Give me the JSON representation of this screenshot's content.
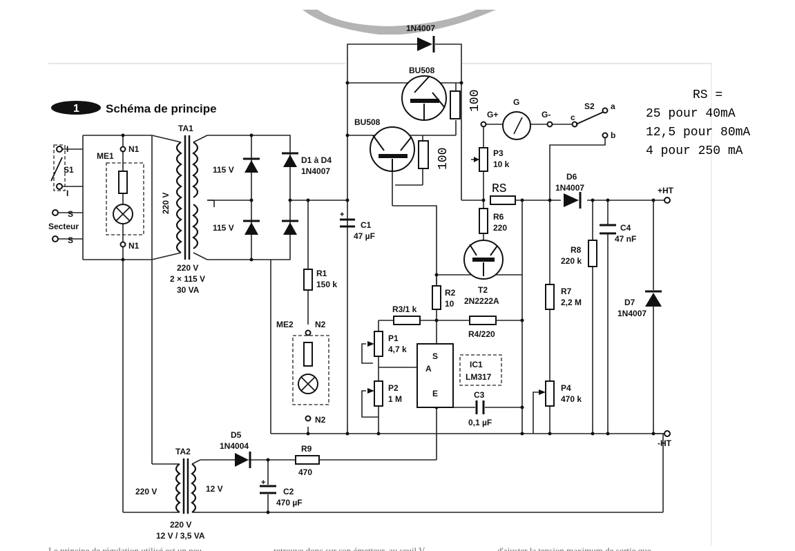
{
  "heading": {
    "number": "1",
    "title": "Schéma de principe"
  },
  "notes": {
    "line1": "RS =",
    "line2": "25 pour 40mA",
    "line3": "12,5 pour 80mA",
    "line4": "4 pour 250 mA"
  },
  "labels": {
    "d_top": "1N4007",
    "t1": "BU508",
    "t2": "BU508",
    "r_100a": "100",
    "r_100b": "100",
    "g": "G",
    "gplus": "G+",
    "gminus": "G-",
    "s2": "S2",
    "s2a": "a",
    "s2b": "b",
    "s2c": "c",
    "ta1": "TA1",
    "d1d4": "D1 à D4",
    "d1d4_type": "1N4007",
    "me1": "ME1",
    "n1a": "N1",
    "n1b": "N1",
    "s1": "S1",
    "i1": "I",
    "i2": "I",
    "s_a": "S",
    "s_b": "S",
    "secteur": "Secteur",
    "v220": "220 V",
    "v115a": "115 V",
    "v115b": "115 V",
    "ta1_spec1": "220 V",
    "ta1_spec2": "2 × 115 V",
    "ta1_spec3": "30 VA",
    "c1": "C1",
    "c1_val": "47 µF",
    "r1": "R1",
    "r1_val": "150 k",
    "me2": "ME2",
    "n2a": "N2",
    "n2b": "N2",
    "p3": "P3",
    "p3_val": "10 k",
    "rs": "RS",
    "r6": "R6",
    "r6_val": "220",
    "t2name": "T2",
    "t2type": "2N2222A",
    "r2": "R2",
    "r2_val": "10",
    "r3": "R3/1 k",
    "r4": "R4/220",
    "p1": "P1",
    "p1_val": "4,7 k",
    "p2": "P2",
    "p2_val": "1 M",
    "ic_s": "S",
    "ic_a": "A",
    "ic_e": "E",
    "ic1": "IC1",
    "ic1_type": "LM317",
    "c3": "C3",
    "c3_val": "0,1 µF",
    "d6": "D6",
    "d6_type": "1N4007",
    "plus_ht": "+HT",
    "c4": "C4",
    "c4_val": "47 nF",
    "r8": "R8",
    "r8_val": "220 k",
    "r7": "R7",
    "r7_val": "2,2 M",
    "d7": "D7",
    "d7_type": "1N4007",
    "p4": "P4",
    "p4_val": "470 k",
    "minus_ht": "-HT",
    "ta2": "TA2",
    "d5": "D5",
    "d5_type": "1N4004",
    "r9": "R9",
    "r9_val": "470",
    "ta2_220": "220 V",
    "ta2_12": "12 V",
    "c2": "C2",
    "c2_val": "470 µF",
    "ta2_spec1": "220 V",
    "ta2_spec2": "12 V / 3,5 VA"
  },
  "footer": {
    "col1": "Le principe de régulation utilisé est un peu",
    "col2": "retrouve donc sur son émetteur, au seuil V",
    "col3": "d'ajuster la tension maximum de sortie que"
  }
}
